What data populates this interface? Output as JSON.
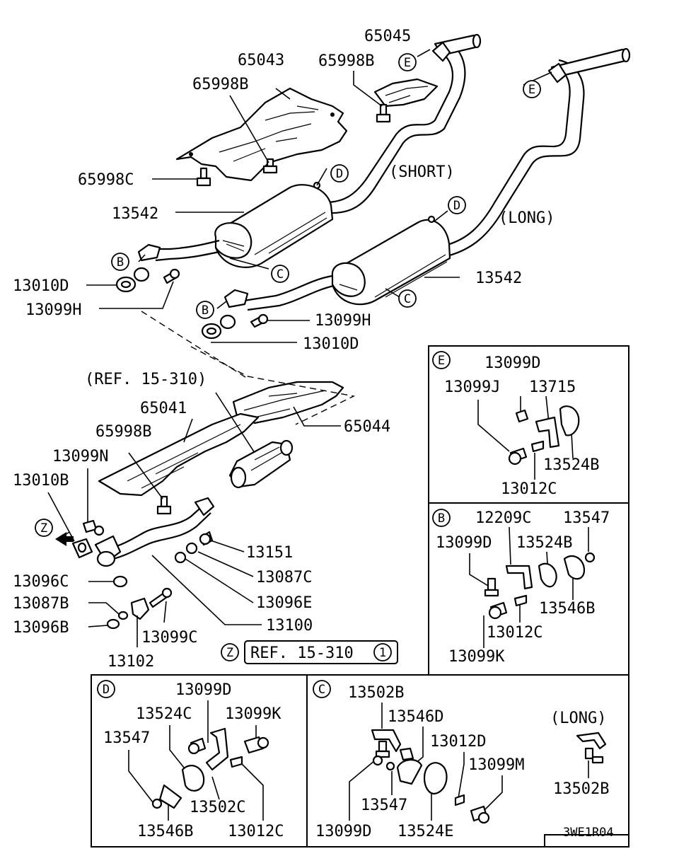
{
  "labels": {
    "p65045": "65045",
    "p65998b_top": "65998B",
    "p65043": "65043",
    "p65998b_shield": "65998B",
    "p65998c": "65998C",
    "p13542_short": "13542",
    "short_tag": "(SHORT)",
    "long_tag": "(LONG)",
    "p13542_long": "13542",
    "p13010d_left": "13010D",
    "p13099h_left": "13099H",
    "p13099h_right": "13099H",
    "p13010d_right": "13010D",
    "ref_top": "(REF. 15-310)",
    "p65041": "65041",
    "p65044": "65044",
    "p65998b_lower": "65998B",
    "p13099n": "13099N",
    "p13010b": "13010B",
    "p13151": "13151",
    "p13087c": "13087C",
    "p13096c": "13096C",
    "p13096e": "13096E",
    "p13087b": "13087B",
    "p13100": "13100",
    "p13096b": "13096B",
    "p13099c": "13099C",
    "p13102": "13102",
    "ref_bottom": "REF. 15-310"
  },
  "callouts": {
    "B": "B",
    "C": "C",
    "D": "D",
    "E": "E",
    "Z": "Z",
    "one": "1"
  },
  "panel_e": {
    "tag": "E",
    "p13099d": "13099D",
    "p13099j": "13099J",
    "p13715": "13715",
    "p13524b": "13524B",
    "p13012c": "13012C"
  },
  "panel_b": {
    "tag": "B",
    "p12209c": "12209C",
    "p13547": "13547",
    "p13099d": "13099D",
    "p13524b": "13524B",
    "p13546b": "13546B",
    "p13012c": "13012C",
    "p13099k": "13099K"
  },
  "panel_d": {
    "tag": "D",
    "p13099d": "13099D",
    "p13524c": "13524C",
    "p13099k": "13099K",
    "p13547": "13547",
    "p13502c": "13502C",
    "p13546b": "13546B",
    "p13012c": "13012C"
  },
  "panel_c": {
    "tag": "C",
    "p13502b": "13502B",
    "p13546d": "13546D",
    "p13012d": "13012D",
    "p13099m": "13099M",
    "p13547": "13547",
    "p13099d": "13099D",
    "p13524e": "13524E",
    "long_tag": "(LONG)",
    "p13502b_long": "13502B"
  },
  "drawing_code": "3WE1R04"
}
